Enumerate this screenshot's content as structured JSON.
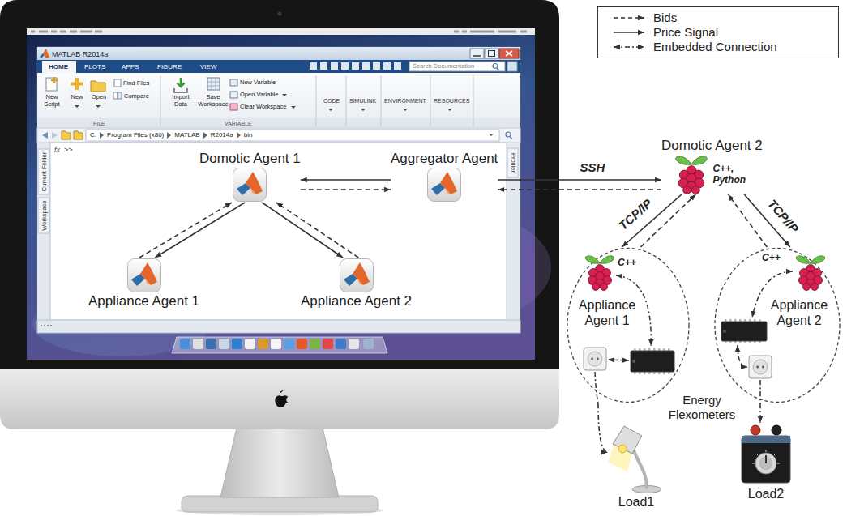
{
  "diagram": {
    "nodes": [
      {
        "text": [
          "Domotic Agent 1"
        ]
      },
      {
        "text": [
          "Aggregator Agent"
        ]
      },
      {
        "text": [
          "Appliance Agent 1"
        ]
      },
      {
        "text": [
          "Appliance Agent 2"
        ]
      },
      {
        "text": [
          "Domotic Agent 2",
          "C++, Python"
        ]
      },
      {
        "text": [
          "C++",
          "Appliance Agent 1"
        ]
      },
      {
        "text": [
          "C++",
          "Appliance Agent 2"
        ]
      },
      {
        "text": [
          "Load1"
        ]
      },
      {
        "text": [
          "Load2"
        ]
      }
    ],
    "edges": [
      {
        "from": 1,
        "to": 0,
        "arrow": "to"
      },
      {
        "from": 0,
        "to": 1,
        "arrow": "to"
      },
      {
        "from": 0,
        "to": 2,
        "arrow": "to"
      },
      {
        "from": 2,
        "to": 0,
        "arrow": "to"
      },
      {
        "from": 0,
        "to": 3,
        "arrow": "to"
      },
      {
        "from": 3,
        "to": 0,
        "arrow": "to"
      },
      {
        "from": 1,
        "to": 4,
        "arrow": "to",
        "label": "SSH"
      },
      {
        "from": 4,
        "to": 1,
        "arrow": "to"
      },
      {
        "from": 4,
        "to": 5,
        "arrow": "to",
        "label": "TCP/IP"
      },
      {
        "from": 5,
        "to": 4,
        "arrow": "to"
      },
      {
        "from": 4,
        "to": 6,
        "arrow": "to",
        "label": "TCP/IP"
      },
      {
        "from": 6,
        "to": 4,
        "arrow": "to"
      },
      {
        "from": 5,
        "to": 7,
        "arrow": "to"
      },
      {
        "from": 6,
        "to": 8,
        "arrow": "to"
      }
    ],
    "labels": [
      "MATLAB R2014a",
      "HOME",
      "PLOTS",
      "APPS",
      "FIGURE",
      "VIEW",
      "Search Documentation",
      "New Script",
      "New",
      "Open",
      "Find Files",
      "Compare",
      "Import Data",
      "Save Workspace",
      "New Variable",
      "Open Variable",
      "Clear Workspace",
      "FILE",
      "VARIABLE",
      "CODE",
      "SIMULINK",
      "ENVIRONMENT",
      "RESOURCES",
      "C:",
      "Program Files (x86)",
      "MATLAB",
      "R2014a",
      "bin",
      "Current Folder",
      "Workspace",
      "Profiler",
      "fx",
      ">>",
      "Energy Flexometers"
    ],
    "legend": [
      {
        "text": "Bids"
      },
      {
        "text": "Price Signal"
      },
      {
        "text": "Embedded Connection"
      }
    ]
  }
}
